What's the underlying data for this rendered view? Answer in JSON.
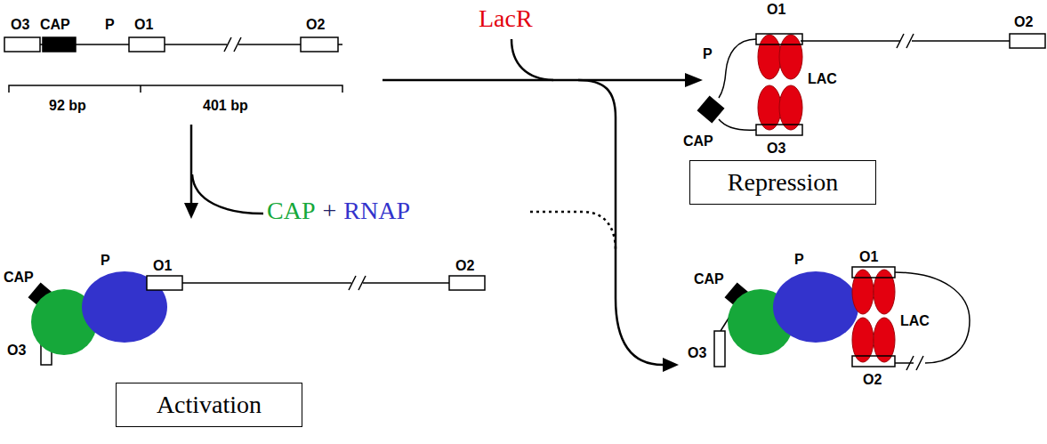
{
  "diagram": {
    "nodes": [
      {
        "text": [
          "Repression"
        ]
      },
      {
        "text": [
          "Activation"
        ]
      }
    ],
    "labels": [
      "LacR",
      "O3",
      "CAP",
      "P",
      "O1",
      "O2",
      "92 bp",
      "401 bp",
      "O1",
      "O2",
      "P",
      "LAC",
      "CAP",
      "O3",
      "CAP",
      "+",
      "RNAP",
      "CAP",
      "P",
      "O1",
      "O2",
      "O3",
      "CAP",
      "P",
      "O1",
      "LAC",
      "O3",
      "O2"
    ]
  }
}
